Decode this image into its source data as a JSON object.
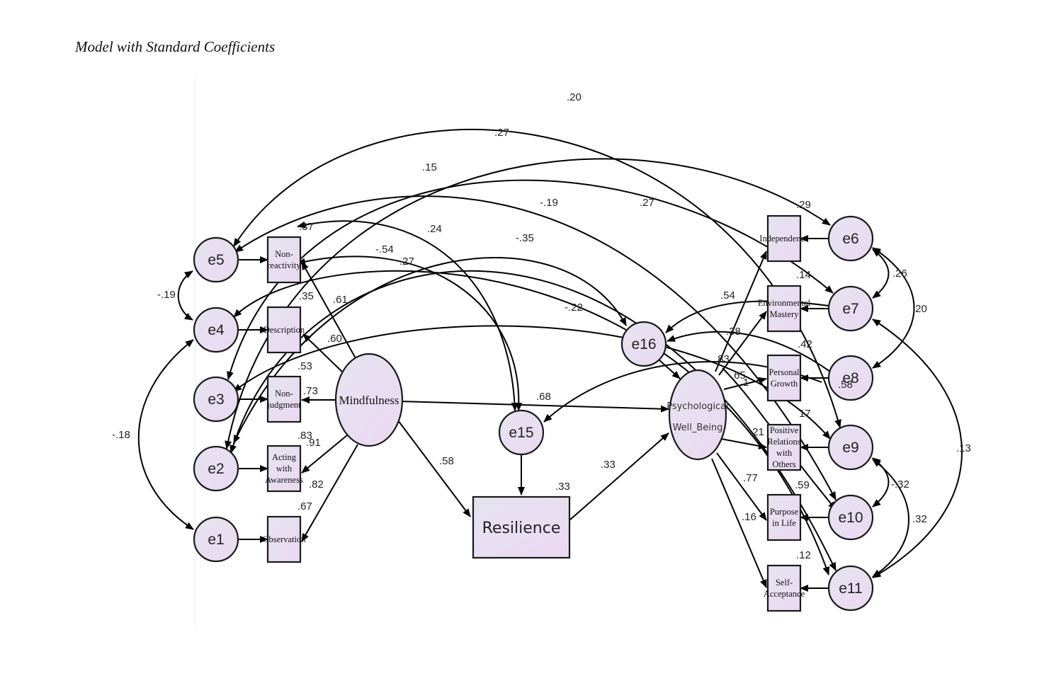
{
  "title": "Model with Standard Coefficients",
  "colors": {
    "node_fill_start": "#e4e4f0",
    "node_fill_end": "#ecd8f2",
    "stroke": "#1a1a1a"
  },
  "latents": {
    "mindfulness": "Mindfulness",
    "pwb_line1": "Psychological",
    "pwb_line2": "Well_Being",
    "resilience": "Resilience"
  },
  "mindfulness_indicators": [
    {
      "id": "nonreact",
      "lines": [
        "Non-",
        "reactivity"
      ],
      "error": "e5",
      "r2": ".37",
      "loading": ".61"
    },
    {
      "id": "description",
      "lines": [
        "Description"
      ],
      "error": "e4",
      "r2": ".35",
      "loading": ".60"
    },
    {
      "id": "nonjudge",
      "lines": [
        "Non-",
        "judgment"
      ],
      "error": "e3",
      "r2": ".53",
      "loading": ".73"
    },
    {
      "id": "acting",
      "lines": [
        "Acting",
        "with",
        "Awareness"
      ],
      "error": "e2",
      "r2": ".83",
      "loading": ".91"
    },
    {
      "id": "observation",
      "lines": [
        "Observation"
      ],
      "error": "e1",
      "r2": ".67",
      "loading": ".82"
    }
  ],
  "pwb_indicators": [
    {
      "id": "independence",
      "lines": [
        "Independence"
      ],
      "error": "e6",
      "r2": ".29",
      "loading": ".54"
    },
    {
      "id": "envmastery",
      "lines": [
        "Environmental",
        "Mastery"
      ],
      "error": "e7",
      "r2": ".14",
      "loading": ".38"
    },
    {
      "id": "growth",
      "lines": [
        "Personal",
        "Growth"
      ],
      "error": "e8",
      "r2": ".42",
      "loading": ".65"
    },
    {
      "id": "relations",
      "lines": [
        "Positive",
        "Relations",
        "with",
        "Others"
      ],
      "error": "e9",
      "r2": "17",
      "loading": ".21"
    },
    {
      "id": "purpose",
      "lines": [
        "Purpose",
        "in Life"
      ],
      "error": "e10",
      "r2": ".59",
      "loading": ".77"
    },
    {
      "id": "selfaccept",
      "lines": [
        "Self-",
        "Acceptance"
      ],
      "error": "e11",
      "r2": ".12",
      "loading": ".16"
    }
  ],
  "structural": {
    "e15": "e15",
    "e16": "e16",
    "mind_to_res": ".58",
    "res_to_pwb": ".33",
    "res_r2": ".33",
    "mind_to_pwb": ".68",
    "pwb_r2": ".83",
    "extra_near_growth": "1",
    "extra_near_e8": ".58"
  },
  "covariances": [
    {
      "from": "e5",
      "to": "e4",
      "value": "-.19"
    },
    {
      "from": "e4",
      "to": "e1",
      "value": "-.18"
    },
    {
      "from": "e6",
      "to": "e7",
      "value": ".26"
    },
    {
      "from": "e6",
      "to": "e8",
      "value": ".20"
    },
    {
      "from": "e9",
      "to": "e10",
      "value": "-.32"
    },
    {
      "from": "e9",
      "to": "e11",
      "value": ".32"
    },
    {
      "from": "e7",
      "to": "e11",
      "value": ".13"
    },
    {
      "from": "e5",
      "to": "e9",
      "value": ".20"
    },
    {
      "from": "e2",
      "to": "e6",
      "value": ".27"
    },
    {
      "from": "e5",
      "to": "e10",
      "value": ".15"
    },
    {
      "from": "e3",
      "to": "e7",
      "value": ".27"
    },
    {
      "from": "e2",
      "to": "e11",
      "value": "-.19"
    },
    {
      "from": "e5",
      "to": "e15",
      "value": ".24"
    },
    {
      "from": "e4",
      "to": "e11",
      "value": "-.54"
    },
    {
      "from": "e2",
      "to": "e16",
      "value": "-.35"
    },
    {
      "from": "e3",
      "to": "e15",
      "value": ".27"
    },
    {
      "from": "e3",
      "to": "e9",
      "value": "-.22"
    }
  ]
}
